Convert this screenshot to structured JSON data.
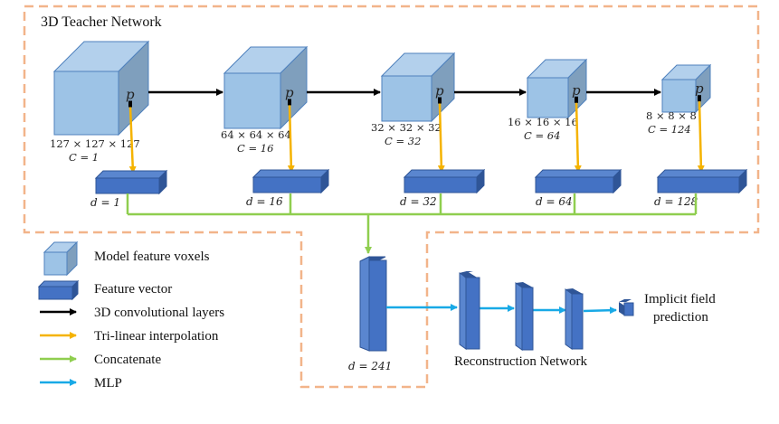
{
  "teacher": {
    "title": "3D Teacher Network",
    "point_label": "p",
    "stages": [
      {
        "resolution": "127 × 127 × 127",
        "channels": "C = 1",
        "feature_dim": "d = 1"
      },
      {
        "resolution": "64 × 64 × 64",
        "channels": "C = 16",
        "feature_dim": "d = 16"
      },
      {
        "resolution": "32 × 32 × 32",
        "channels": "C = 32",
        "feature_dim": "d = 32"
      },
      {
        "resolution": "16 × 16 × 16",
        "channels": "C = 64",
        "feature_dim": "d = 64"
      },
      {
        "resolution": "8 × 8 × 8",
        "channels": "C = 124",
        "feature_dim": "d = 128"
      }
    ]
  },
  "concat": {
    "feature_dim": "d = 241"
  },
  "reconstruction": {
    "title": "Reconstruction Network",
    "output_label_line1": "Implicit field",
    "output_label_line2": "prediction"
  },
  "legend": {
    "items": [
      {
        "label": "Model feature voxels",
        "kind": "voxel"
      },
      {
        "label": "Feature vector",
        "kind": "vector"
      },
      {
        "label": "3D convolutional layers",
        "kind": "arrow",
        "color": "#000000"
      },
      {
        "label": "Tri-linear interpolation",
        "kind": "arrow",
        "color": "#f5b300"
      },
      {
        "label": "Concatenate",
        "kind": "arrow",
        "color": "#8fce4f"
      },
      {
        "label": "MLP",
        "kind": "arrow",
        "color": "#18a9e6"
      }
    ]
  },
  "colors": {
    "voxel_front": "#9dc3e6",
    "voxel_top": "#b3d0ec",
    "voxel_side": "#7f9fbd",
    "voxel_stroke": "#4f81bd",
    "vector_front": "#4472c4",
    "vector_top": "#5a86cf",
    "vector_side": "#2f5597",
    "dashed_border": "#f2b48a",
    "conv_arrow": "#000000",
    "interp_arrow": "#f5b300",
    "concat_line": "#8fce4f",
    "mlp_arrow": "#18a9e6"
  }
}
